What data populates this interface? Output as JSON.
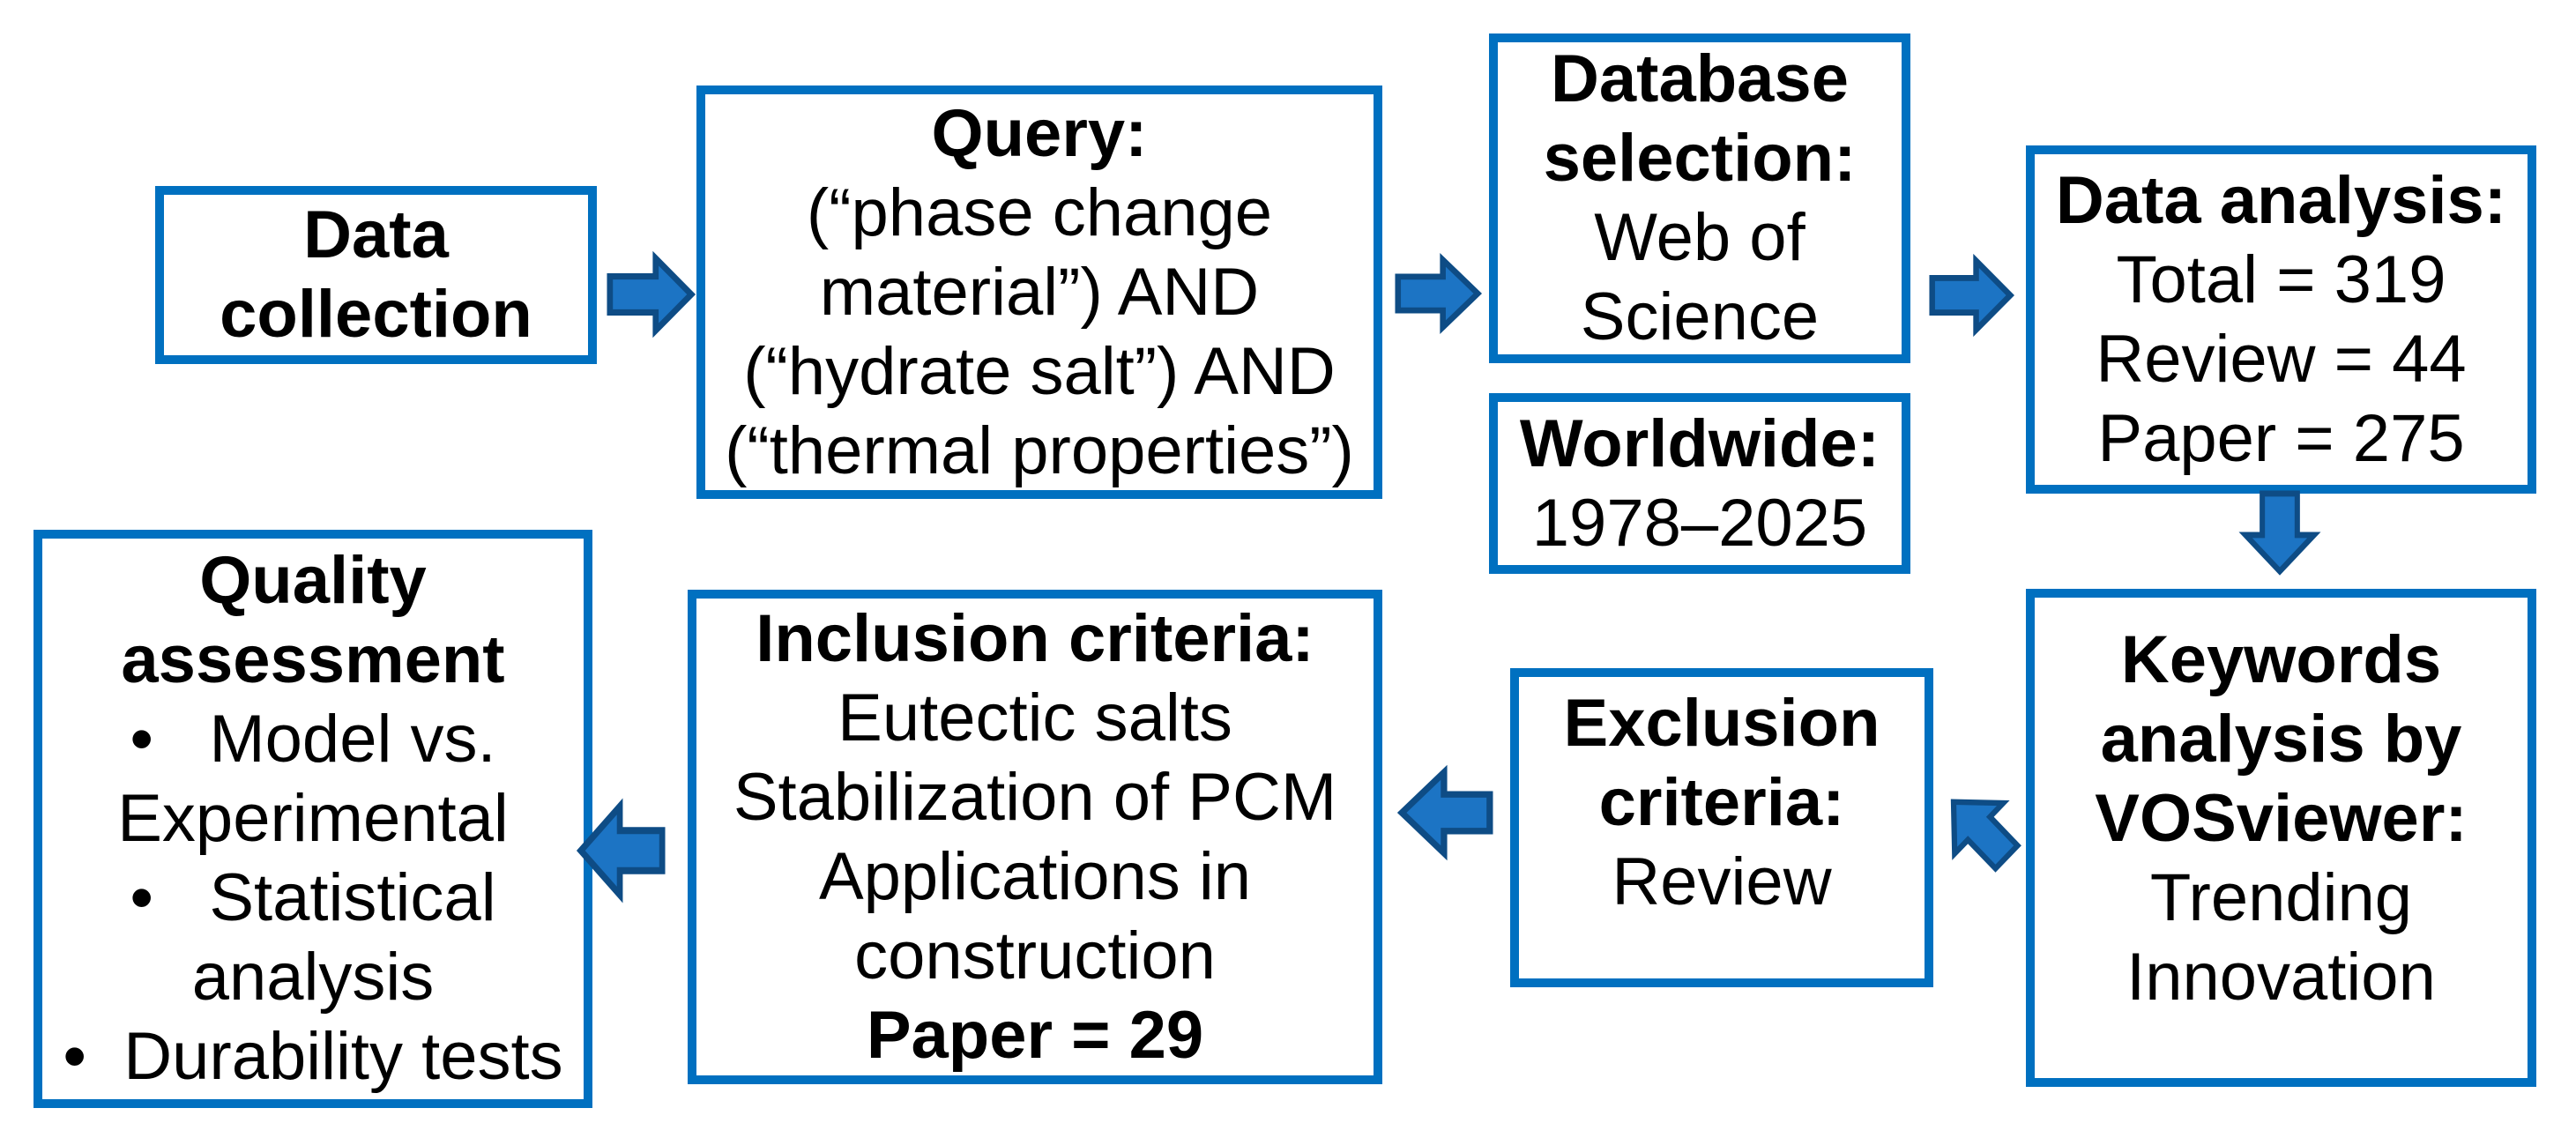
{
  "diagram": {
    "title": "Literature review methodology flowchart",
    "colors": {
      "box_border": "#0070C0",
      "arrow_fill": "#1C74C4",
      "arrow_outline": "#0E4C85",
      "text": "#000000",
      "background": "#ffffff"
    },
    "boxes": {
      "data_collection": {
        "lines": [
          {
            "text": "Data",
            "bold": true
          },
          {
            "text": "collection",
            "bold": true
          }
        ]
      },
      "query": {
        "lines": [
          {
            "text": "Query:",
            "bold": true
          },
          {
            "text": "(“phase change",
            "bold": false
          },
          {
            "text": "material”) AND",
            "bold": false
          },
          {
            "text": "(“hydrate salt”) AND",
            "bold": false
          },
          {
            "text": "(“thermal properties”)",
            "bold": false
          }
        ]
      },
      "database_selection": {
        "lines": [
          {
            "text": "Database",
            "bold": true
          },
          {
            "text": "selection:",
            "bold": true
          },
          {
            "text": "Web of",
            "bold": false
          },
          {
            "text": "Science",
            "bold": false
          }
        ]
      },
      "worldwide": {
        "lines": [
          {
            "text": "Worldwide:",
            "bold": true
          },
          {
            "text": "1978–2025",
            "bold": false
          }
        ]
      },
      "data_analysis": {
        "lines": [
          {
            "text": "Data analysis:",
            "bold": true
          },
          {
            "text": "Total = 319",
            "bold": false
          },
          {
            "text": "Review = 44",
            "bold": false
          },
          {
            "text": "Paper = 275",
            "bold": false
          }
        ]
      },
      "keywords_analysis": {
        "lines": [
          {
            "text": "Keywords",
            "bold": true
          },
          {
            "text": "analysis by",
            "bold": true
          },
          {
            "text": "VOSviewer:",
            "bold": true
          },
          {
            "text": "Trending",
            "bold": false
          },
          {
            "text": "Innovation",
            "bold": false
          }
        ]
      },
      "exclusion_criteria": {
        "lines": [
          {
            "text": "Exclusion",
            "bold": true
          },
          {
            "text": "criteria:",
            "bold": true
          },
          {
            "text": "Review",
            "bold": false
          }
        ]
      },
      "inclusion_criteria": {
        "lines": [
          {
            "text": "Inclusion criteria:",
            "bold": true
          },
          {
            "text": "Eutectic salts",
            "bold": false
          },
          {
            "text": "Stabilization of PCM",
            "bold": false
          },
          {
            "text": "Applications in",
            "bold": false
          },
          {
            "text": "construction",
            "bold": false
          },
          {
            "text": "Paper = 29",
            "bold": true
          }
        ]
      },
      "quality_assessment": {
        "lines": [
          {
            "text": "Quality",
            "bold": true
          },
          {
            "text": "assessment",
            "bold": true
          },
          {
            "text": "•   Model vs.",
            "bold": false
          },
          {
            "text": "Experimental",
            "bold": false
          },
          {
            "text": "•   Statistical",
            "bold": false
          },
          {
            "text": "analysis",
            "bold": false
          },
          {
            "text": "•  Durability tests",
            "bold": false
          }
        ]
      }
    },
    "arrows": [
      {
        "id": "arrow-1",
        "from": "data_collection",
        "to": "query",
        "direction": "right"
      },
      {
        "id": "arrow-2",
        "from": "query",
        "to": "database_selection",
        "direction": "right"
      },
      {
        "id": "arrow-3",
        "from": "database_selection",
        "to": "data_analysis",
        "direction": "right"
      },
      {
        "id": "arrow-4",
        "from": "data_analysis",
        "to": "keywords_analysis",
        "direction": "down"
      },
      {
        "id": "arrow-5",
        "from": "keywords_analysis",
        "to": "exclusion_criteria",
        "direction": "down-left"
      },
      {
        "id": "arrow-6",
        "from": "exclusion_criteria",
        "to": "inclusion_criteria",
        "direction": "left"
      },
      {
        "id": "arrow-7",
        "from": "inclusion_criteria",
        "to": "quality_assessment",
        "direction": "left"
      }
    ]
  }
}
